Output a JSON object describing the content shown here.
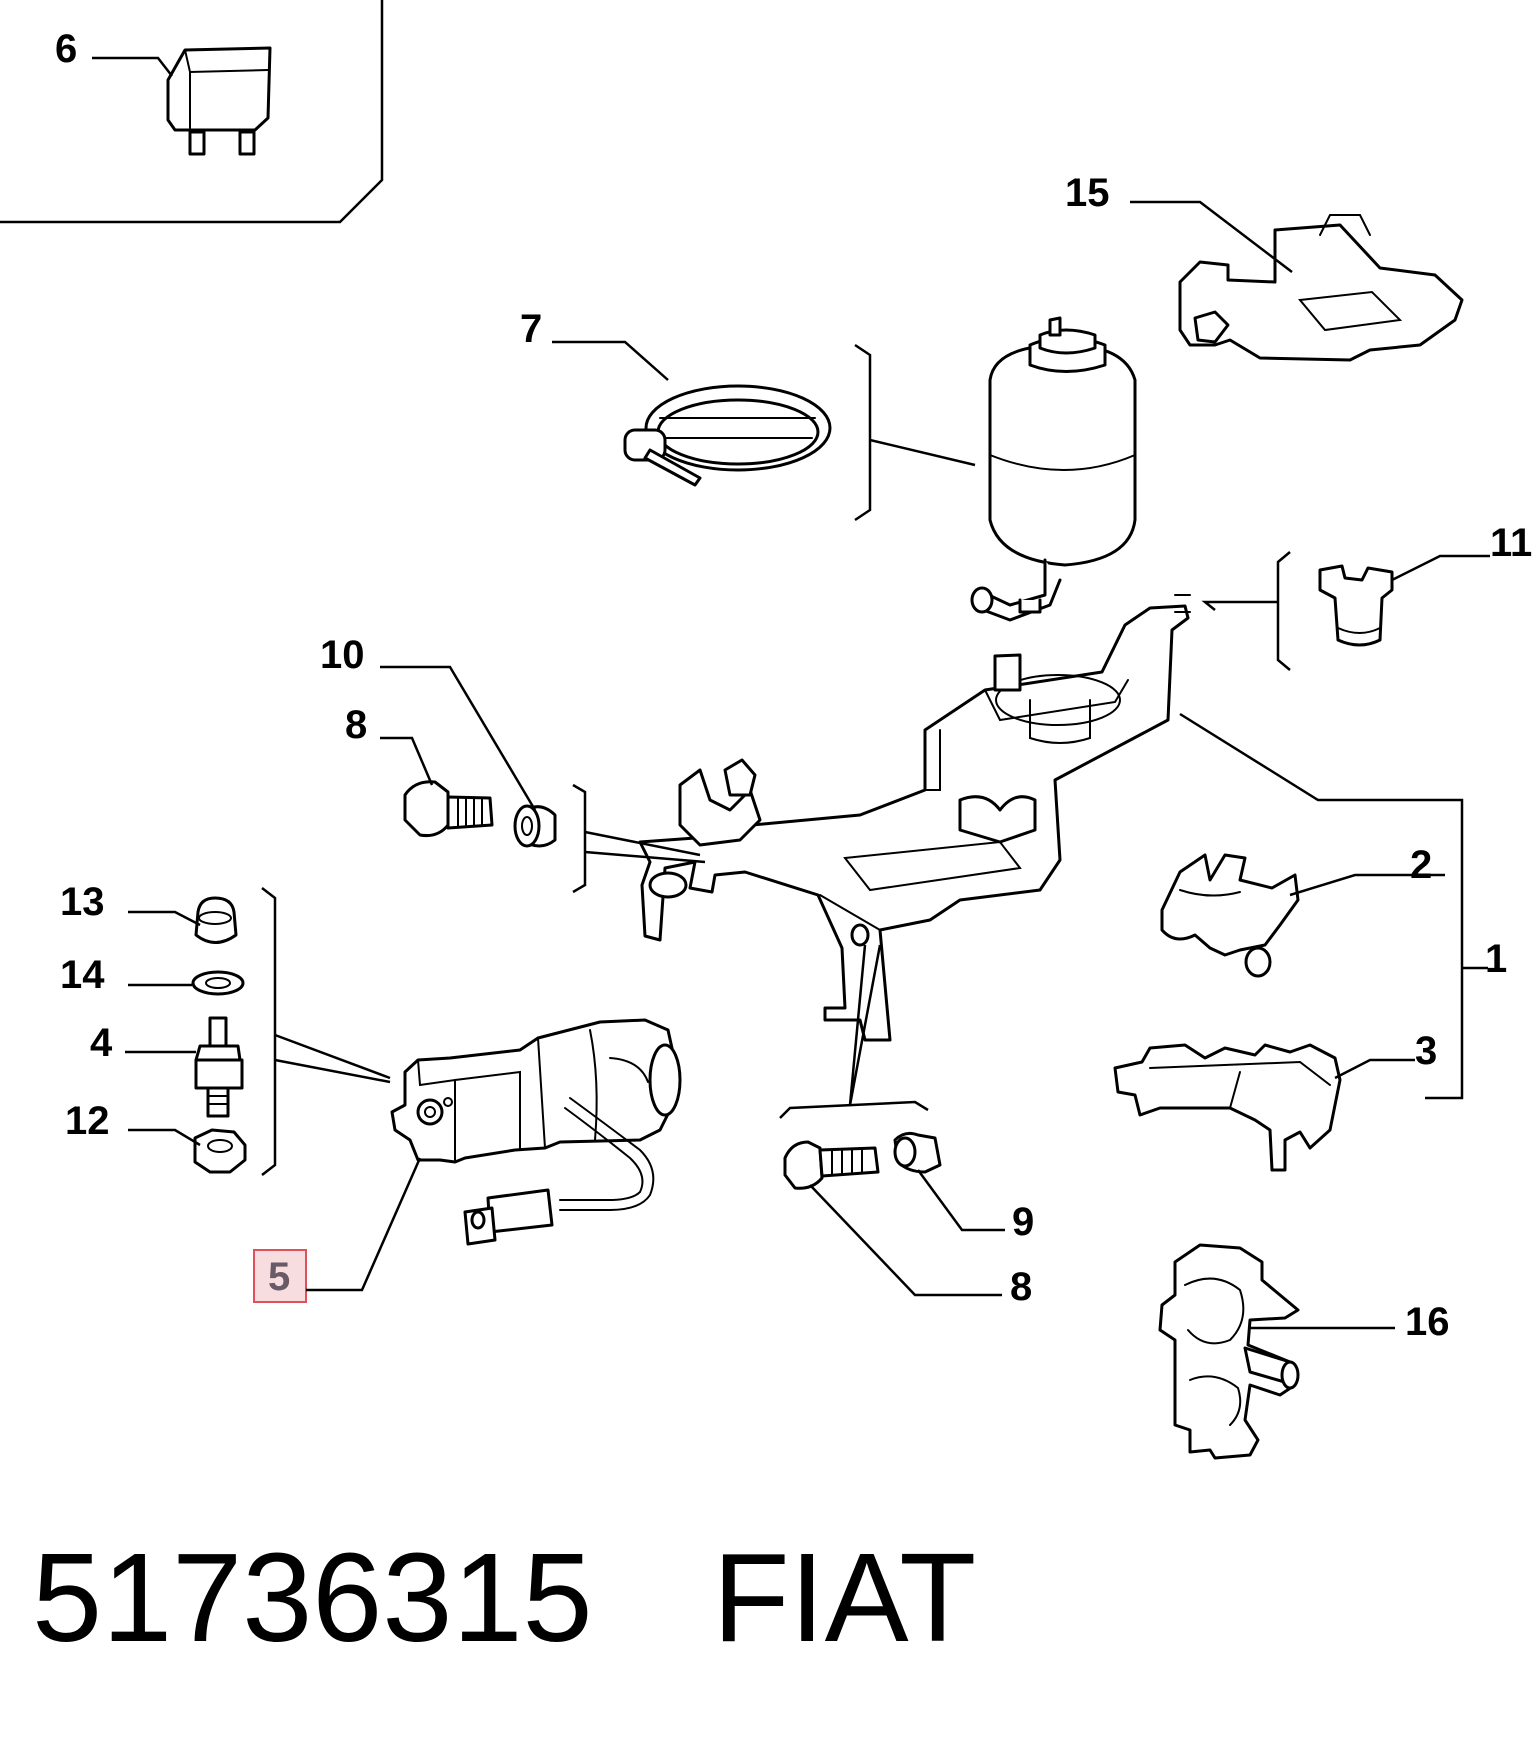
{
  "callouts": {
    "c1": "1",
    "c2": "2",
    "c3": "3",
    "c4": "4",
    "c5": "5",
    "c6": "6",
    "c7": "7",
    "c8a": "8",
    "c8b": "8",
    "c9": "9",
    "c10": "10",
    "c11": "11",
    "c12": "12",
    "c13": "13",
    "c14": "14",
    "c15": "15",
    "c16": "16"
  },
  "highlight": {
    "callout": "5",
    "border_color": "#e0505a",
    "fill_color": "#f8dde0"
  },
  "footer": {
    "part_number": "51736315",
    "brand": "FIAT"
  }
}
